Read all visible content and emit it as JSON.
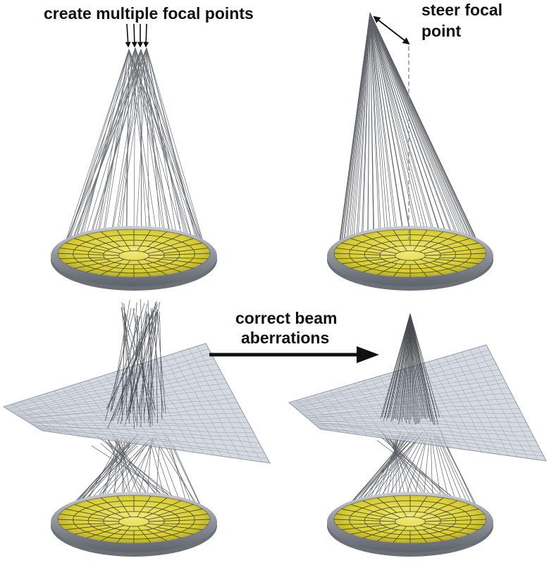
{
  "labels": {
    "multi_focus": "create multiple focal points",
    "steer_line1": "steer focal",
    "steer_line2": "point",
    "correct_line1": "correct beam",
    "correct_line2": "aberrations"
  },
  "colors": {
    "dish_fill": "#ddd63a",
    "dish_grid": "#3a3a20",
    "rim": "#9ea3ab",
    "ray": "#2a2d33",
    "screen": "#c5cbd6",
    "screen_grid": "#7d8592",
    "arrow": "#111111"
  },
  "panels": [
    {
      "name": "multiple-focal-points",
      "focus": "multiple",
      "aberrating_layer": false
    },
    {
      "name": "steer-focal-point",
      "focus": "steered",
      "aberrating_layer": false
    },
    {
      "name": "aberrated-beam",
      "focus": "scattered",
      "aberrating_layer": true
    },
    {
      "name": "corrected-beam",
      "focus": "single",
      "aberrating_layer": true
    }
  ]
}
